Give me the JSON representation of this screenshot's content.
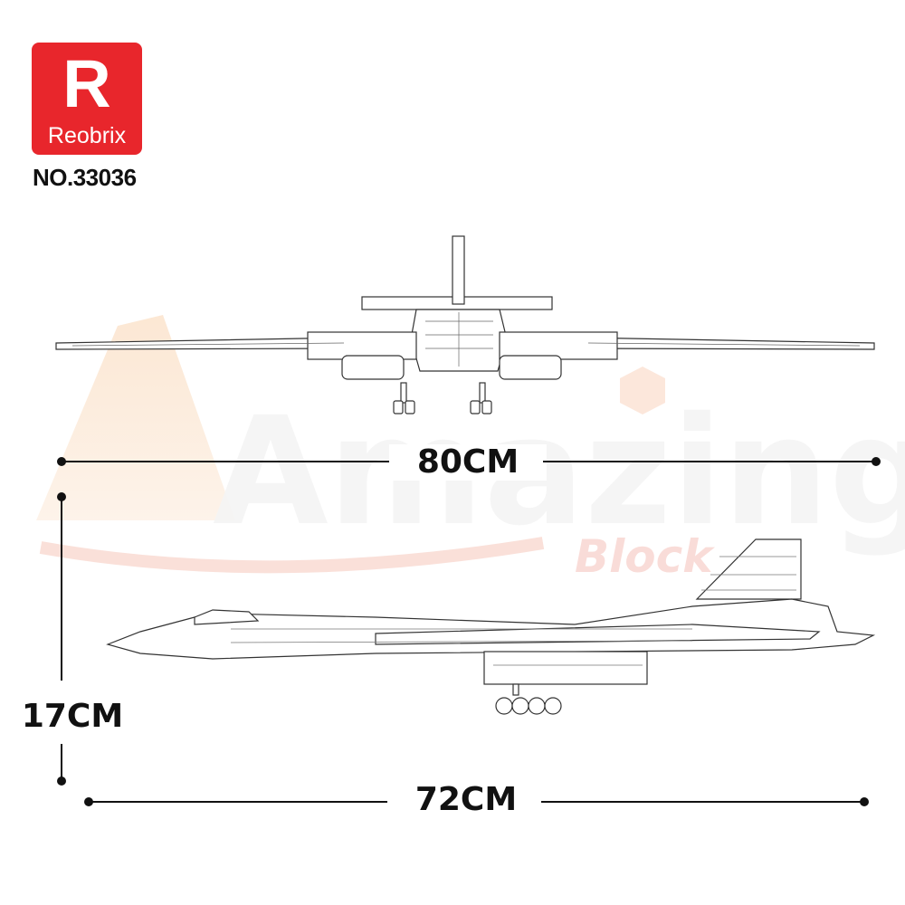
{
  "brand": {
    "logo_letter": "R",
    "logo_word": "Reobrix",
    "logo_color": "#e8262c"
  },
  "product": {
    "model_number": "NO.33036"
  },
  "dimensions": {
    "width": "80CM",
    "height": "17CM",
    "length": "72CM"
  },
  "watermark": {
    "title": "Amazing",
    "subtitle": "Block",
    "color": "#f6c9a0"
  },
  "views": {
    "front_view_icon": "aircraft-front-view",
    "side_view_icon": "aircraft-side-view"
  }
}
